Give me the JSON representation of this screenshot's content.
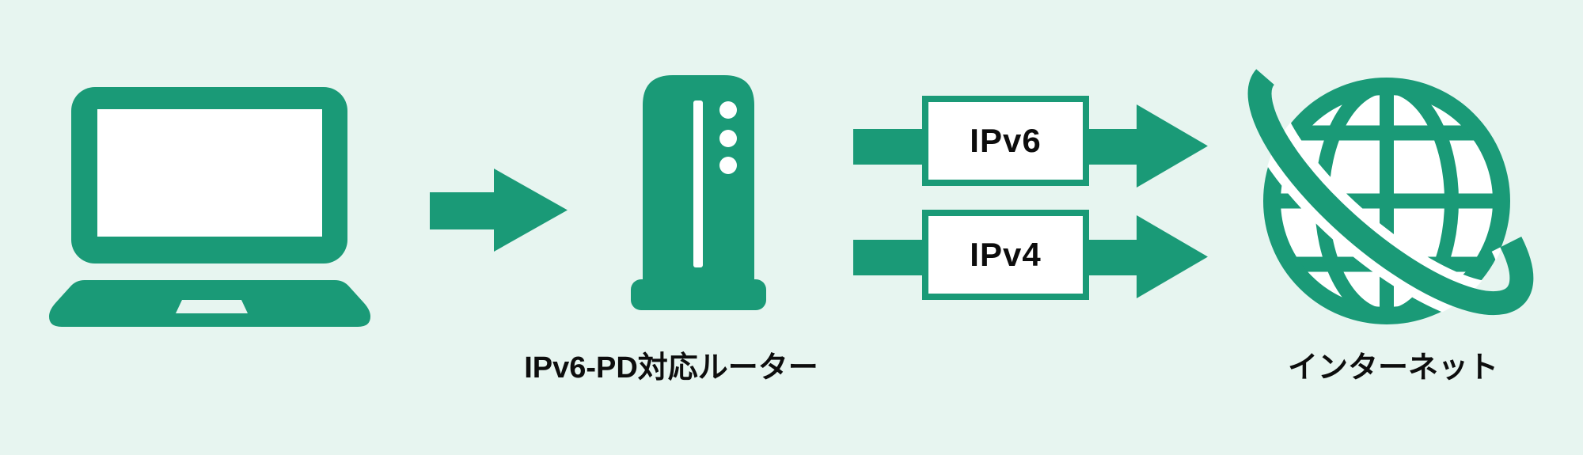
{
  "labels": {
    "ipv6": "IPv6",
    "ipv4": "IPv4",
    "router": "IPv6-PD対応ルーター",
    "internet": "インターネット"
  },
  "icons": {
    "left": "laptop-icon",
    "middle": "router-icon",
    "right": "globe-with-orbit-icon",
    "connectors": [
      "arrow-right-icon",
      "ipv6-arrow-icon",
      "ipv4-arrow-icon"
    ]
  },
  "colors": {
    "accent": "#1a9a77",
    "background": "#e7f5f0",
    "ink": "#0d0d0d",
    "surface": "#ffffff"
  }
}
